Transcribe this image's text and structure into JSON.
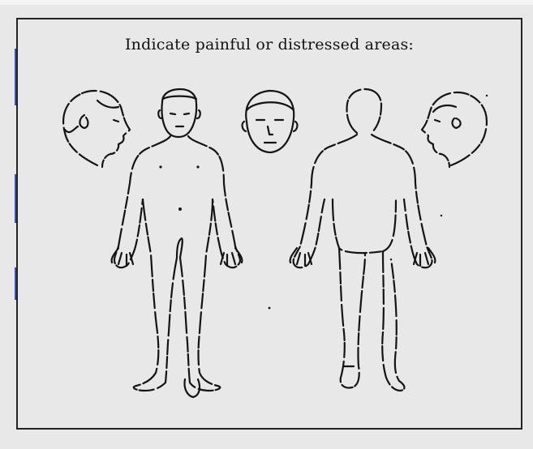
{
  "form": {
    "instruction": "Indicate painful or distressed areas:"
  },
  "figures": [
    {
      "view": "head-left-profile",
      "icon": "head-profile-left-icon"
    },
    {
      "view": "body-front",
      "icon": "body-front-icon"
    },
    {
      "view": "face-front",
      "icon": "face-front-icon"
    },
    {
      "view": "body-back",
      "icon": "body-back-icon"
    },
    {
      "view": "head-right-profile",
      "icon": "head-profile-right-icon"
    }
  ],
  "colors": {
    "paper": "#e8e8e8",
    "ink": "#141414",
    "margin_mark": "#3a4fb0"
  }
}
